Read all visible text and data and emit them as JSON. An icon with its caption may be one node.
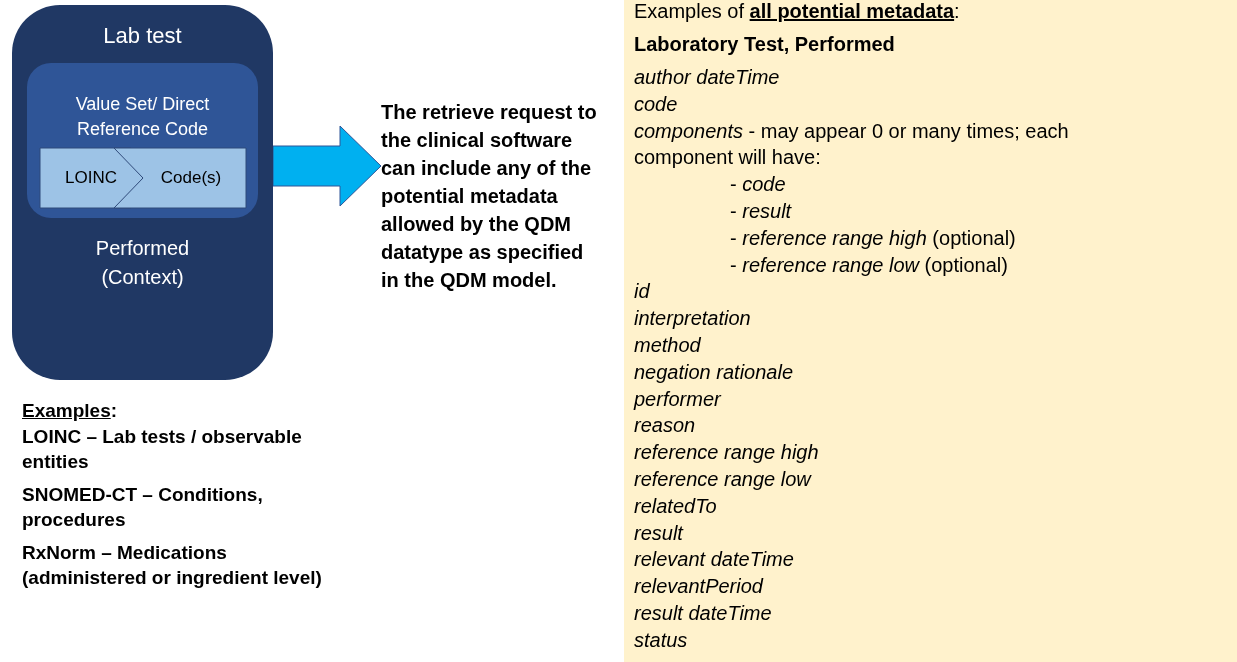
{
  "diagram": {
    "nodes": [
      {
        "text": [
          "Lab test",
          "Performed (Context)"
        ]
      },
      {
        "text": [
          "Value Set/ Direct Reference Code"
        ],
        "in": 0
      },
      {
        "text": [
          "LOINC"
        ],
        "in": 1
      },
      {
        "text": [
          "Code(s)"
        ],
        "in": 1
      },
      {
        "text": [
          "The retrieve request to the clinical software can include any of the potential metadata allowed by the QDM datatype as specified in the QDM model."
        ]
      },
      {
        "text": [
          "Examples of **all potential metadata**:",
          "Laboratory Test, Performed",
          "*author dateTime*",
          "*code*",
          "*components* - may appear 0 or many times; each component will have:",
          "- *code*",
          "- *result*",
          "- *reference range high* (optional)",
          "- *reference range low* (optional)",
          "*id*",
          "*interpretation*",
          "*method*",
          "*negation rationale*",
          "*performer*",
          "*reason*",
          "*reference range high*",
          "*reference range low*",
          "*relatedTo*",
          "*result*",
          "*relevant dateTime*",
          "*relevantPeriod*",
          "*result dateTime*",
          "*status*"
        ]
      }
    ],
    "edges": [
      {
        "from": 0,
        "to": 4,
        "arrow": "to"
      }
    ],
    "labels": [
      "**Examples**:",
      "LOINC – Lab tests / observable entities",
      "SNOMED-CT – Conditions, procedures",
      "RxNorm – Medications (administered or ingredient level)"
    ]
  }
}
